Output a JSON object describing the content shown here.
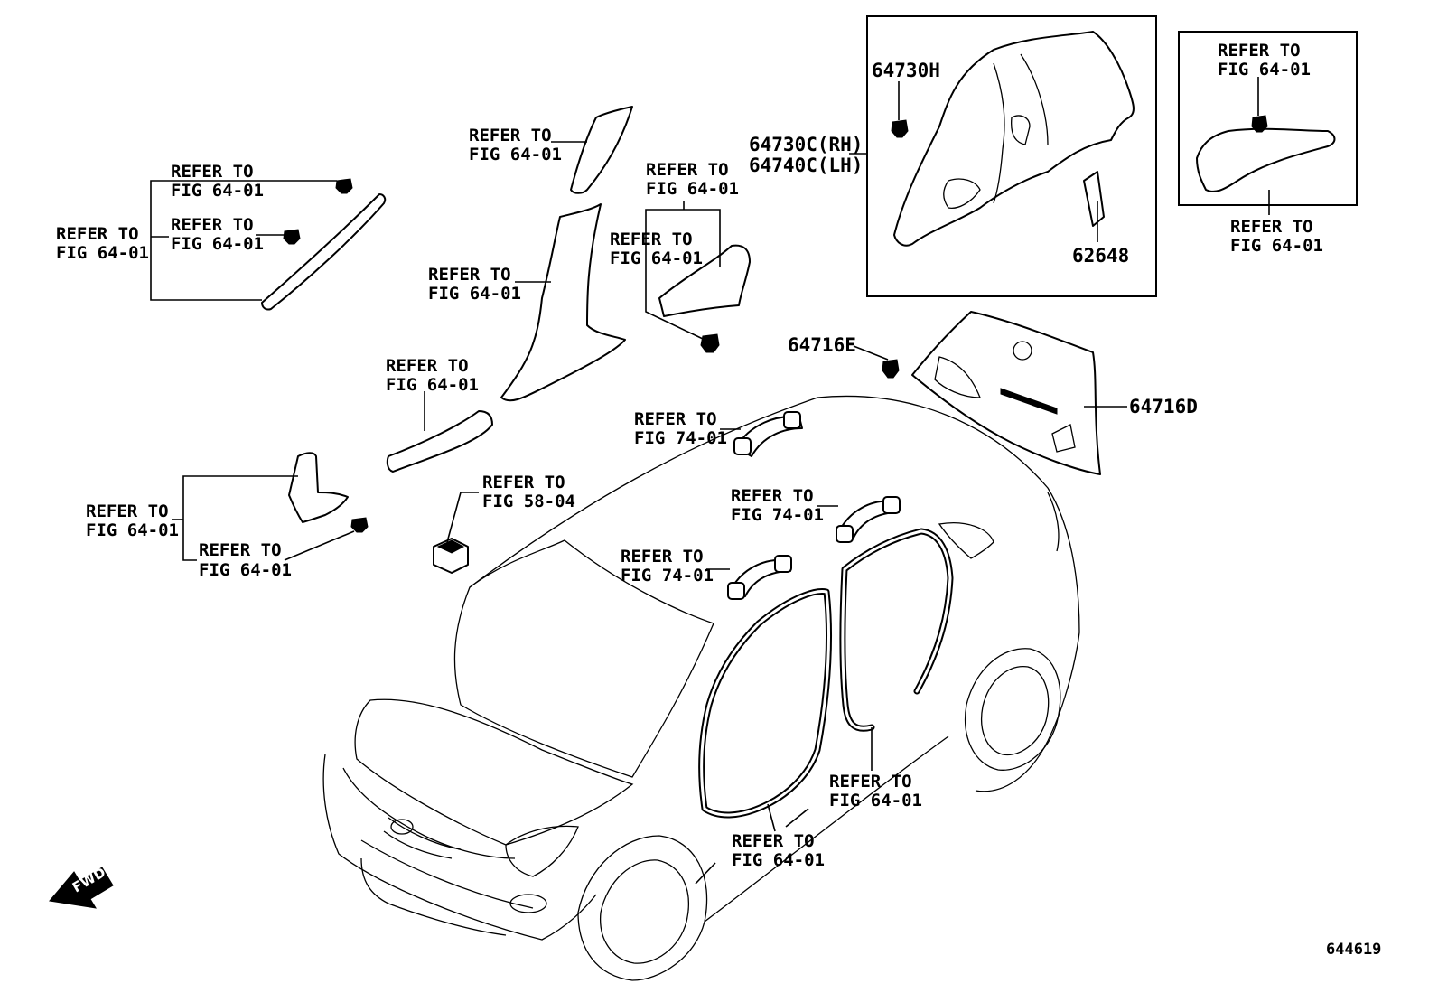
{
  "labels": {
    "refer_to": "REFER TO",
    "fig_64_01": "FIG 64-01",
    "fig_74_01": "FIG 74-01",
    "fig_58_04": "FIG 58-04"
  },
  "part_numbers": {
    "p64730H": "64730H",
    "p64730C": "64730C(RH)",
    "p64740C": "64740C(LH)",
    "p62648": "62648",
    "p64716E": "64716E",
    "p64716D": "64716D"
  },
  "fwd_label": "FWD",
  "diagram_id": "644619",
  "icons": [
    "fwd-arrow-icon"
  ]
}
